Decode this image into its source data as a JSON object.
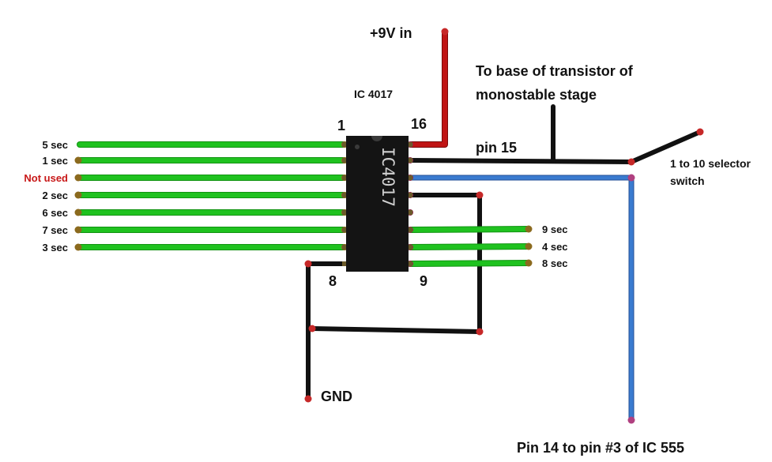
{
  "colors": {
    "green_wire": "#1fc21f",
    "green_wire_edge": "#129312",
    "black_wire": "#111111",
    "red_wire": "#c01515",
    "blue_wire": "#3a7bd0",
    "blue_wire_edge": "#244f94",
    "chip_body": "#141414",
    "pin_tip": "#8b6a1e",
    "node_red": "#c62828",
    "not_used_label": "#c81818"
  },
  "labels": {
    "vin": "+9V in",
    "ic_name": "IC 4017",
    "chip_marking": "IC4017",
    "to_base_line1": "To base of transistor of",
    "to_base_line2": "monostable stage",
    "pin15": "pin 15",
    "selector_line1": "1 to 10 selector",
    "selector_line2": "switch",
    "gnd": "GND",
    "pin14_note": "Pin 14 to pin #3 of IC 555",
    "pin_1": "1",
    "pin_16": "16",
    "pin_8": "8",
    "pin_9": "9"
  },
  "left_outputs": [
    {
      "text": "5 sec",
      "color": "#111111"
    },
    {
      "text": "1 sec",
      "color": "#111111"
    },
    {
      "text": "Not used",
      "color": "#c81818"
    },
    {
      "text": "2 sec",
      "color": "#111111"
    },
    {
      "text": "6 sec",
      "color": "#111111"
    },
    {
      "text": "7 sec",
      "color": "#111111"
    },
    {
      "text": "3 sec",
      "color": "#111111"
    }
  ],
  "right_outputs": [
    {
      "text": "9 sec"
    },
    {
      "text": "4 sec"
    },
    {
      "text": "8 sec"
    }
  ]
}
